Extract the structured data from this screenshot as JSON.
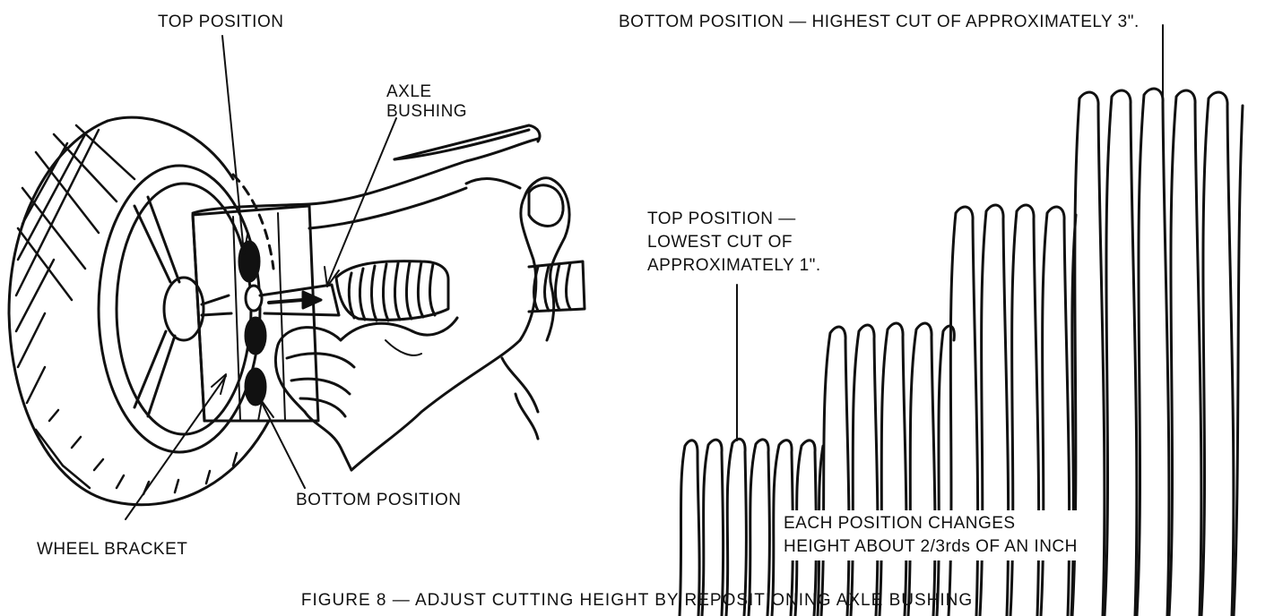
{
  "labels": {
    "top_position": "TOP POSITION",
    "axle_bushing": [
      "AXLE",
      "BUSHING"
    ],
    "bottom_position_left": "BOTTOM POSITION",
    "wheel_bracket": "WHEEL BRACKET",
    "bottom_position_highest": "BOTTOM POSITION — HIGHEST CUT OF APPROXIMATELY 3\".",
    "top_position_lowest": [
      "TOP POSITION —",
      "LOWEST CUT OF",
      "APPROXIMATELY 1\"."
    ],
    "each_position": [
      "EACH POSITION CHANGES",
      "HEIGHT ABOUT 2/3rds OF AN INCH"
    ]
  },
  "caption": "FIGURE 8 — ADJUST CUTTING HEIGHT BY REPOSITIONING AXLE BUSHING"
}
